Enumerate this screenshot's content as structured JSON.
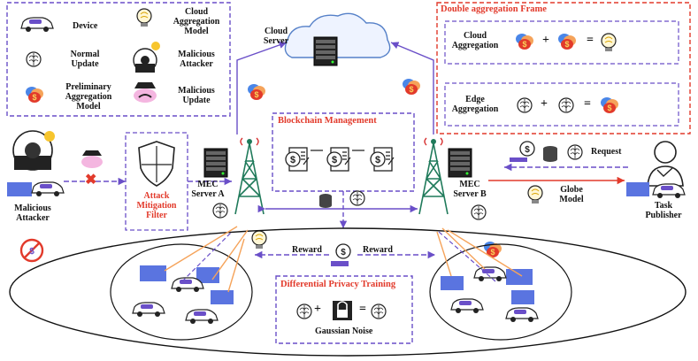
{
  "colors": {
    "purple": "#6a4fc8",
    "red": "#e23a2b",
    "orange": "#f5a35a",
    "dark": "#222222"
  },
  "legend": {
    "items": [
      {
        "label": "Device",
        "icon": "car-icon"
      },
      {
        "label": "Cloud Aggregation Model",
        "icon": "lightbulb-brain-icon"
      },
      {
        "label": "Normal Update",
        "icon": "brain-icon"
      },
      {
        "label": "Malicious Attacker",
        "icon": "hacker-icon"
      },
      {
        "label": "Preliminary Aggregation Model",
        "icon": "stacked-brains-icon"
      },
      {
        "label": "Malicious Update",
        "icon": "pink-brain-mustache-icon"
      }
    ]
  },
  "labels": {
    "cloud_server": "Cloud Server",
    "double_aggregation_title": "Double aggregation Frame",
    "cloud_aggregation": "Cloud Aggregation",
    "edge_aggregation": "Edge Aggregation",
    "blockchain_management": "Blockchain Management",
    "attack_mitigation_filter": "Attack Mitigation Filter",
    "malicious_attacker": "Malicious Attacker",
    "mec_server_a": "MEC Server A",
    "mec_server_b": "MEC Server B",
    "request": "Request",
    "globe_model": "Globe Model",
    "task_publisher": "Task Publisher",
    "reward_left": "Reward",
    "reward_right": "Reward",
    "differential_privacy_training": "Differential Privacy Training",
    "gaussian_noise": "Gaussian Noise"
  },
  "symbols": {
    "plus": "+",
    "equals": "=",
    "dollar": "$",
    "exclaim": "!",
    "cross": "✖"
  }
}
